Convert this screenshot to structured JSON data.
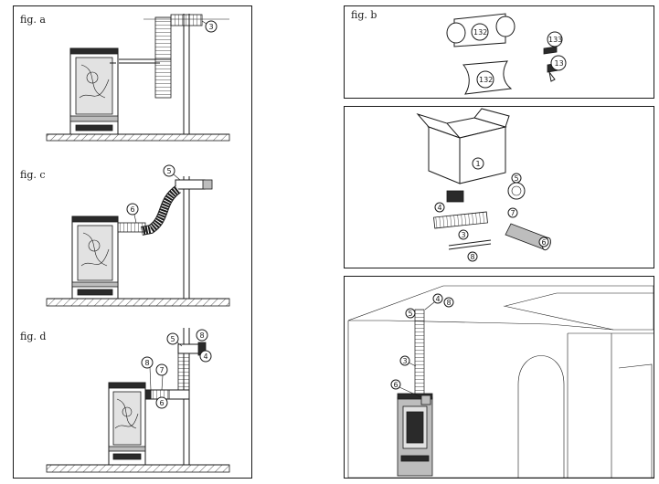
{
  "figures": {
    "a": {
      "label": "fig. a",
      "callouts": [
        "3"
      ]
    },
    "b": {
      "label": "fig. b",
      "callouts": [
        "132",
        "132",
        "133",
        "13"
      ]
    },
    "c": {
      "label": "fig. c",
      "callouts": [
        "5",
        "6"
      ]
    },
    "d": {
      "label": "fig. d",
      "callouts": [
        "8",
        "5",
        "4",
        "8",
        "7",
        "6"
      ]
    },
    "kit": {
      "callouts": [
        "1",
        "5",
        "4",
        "7",
        "3",
        "6",
        "8"
      ]
    },
    "install": {
      "callouts": [
        "4",
        "8",
        "5",
        "3",
        "6"
      ]
    }
  }
}
